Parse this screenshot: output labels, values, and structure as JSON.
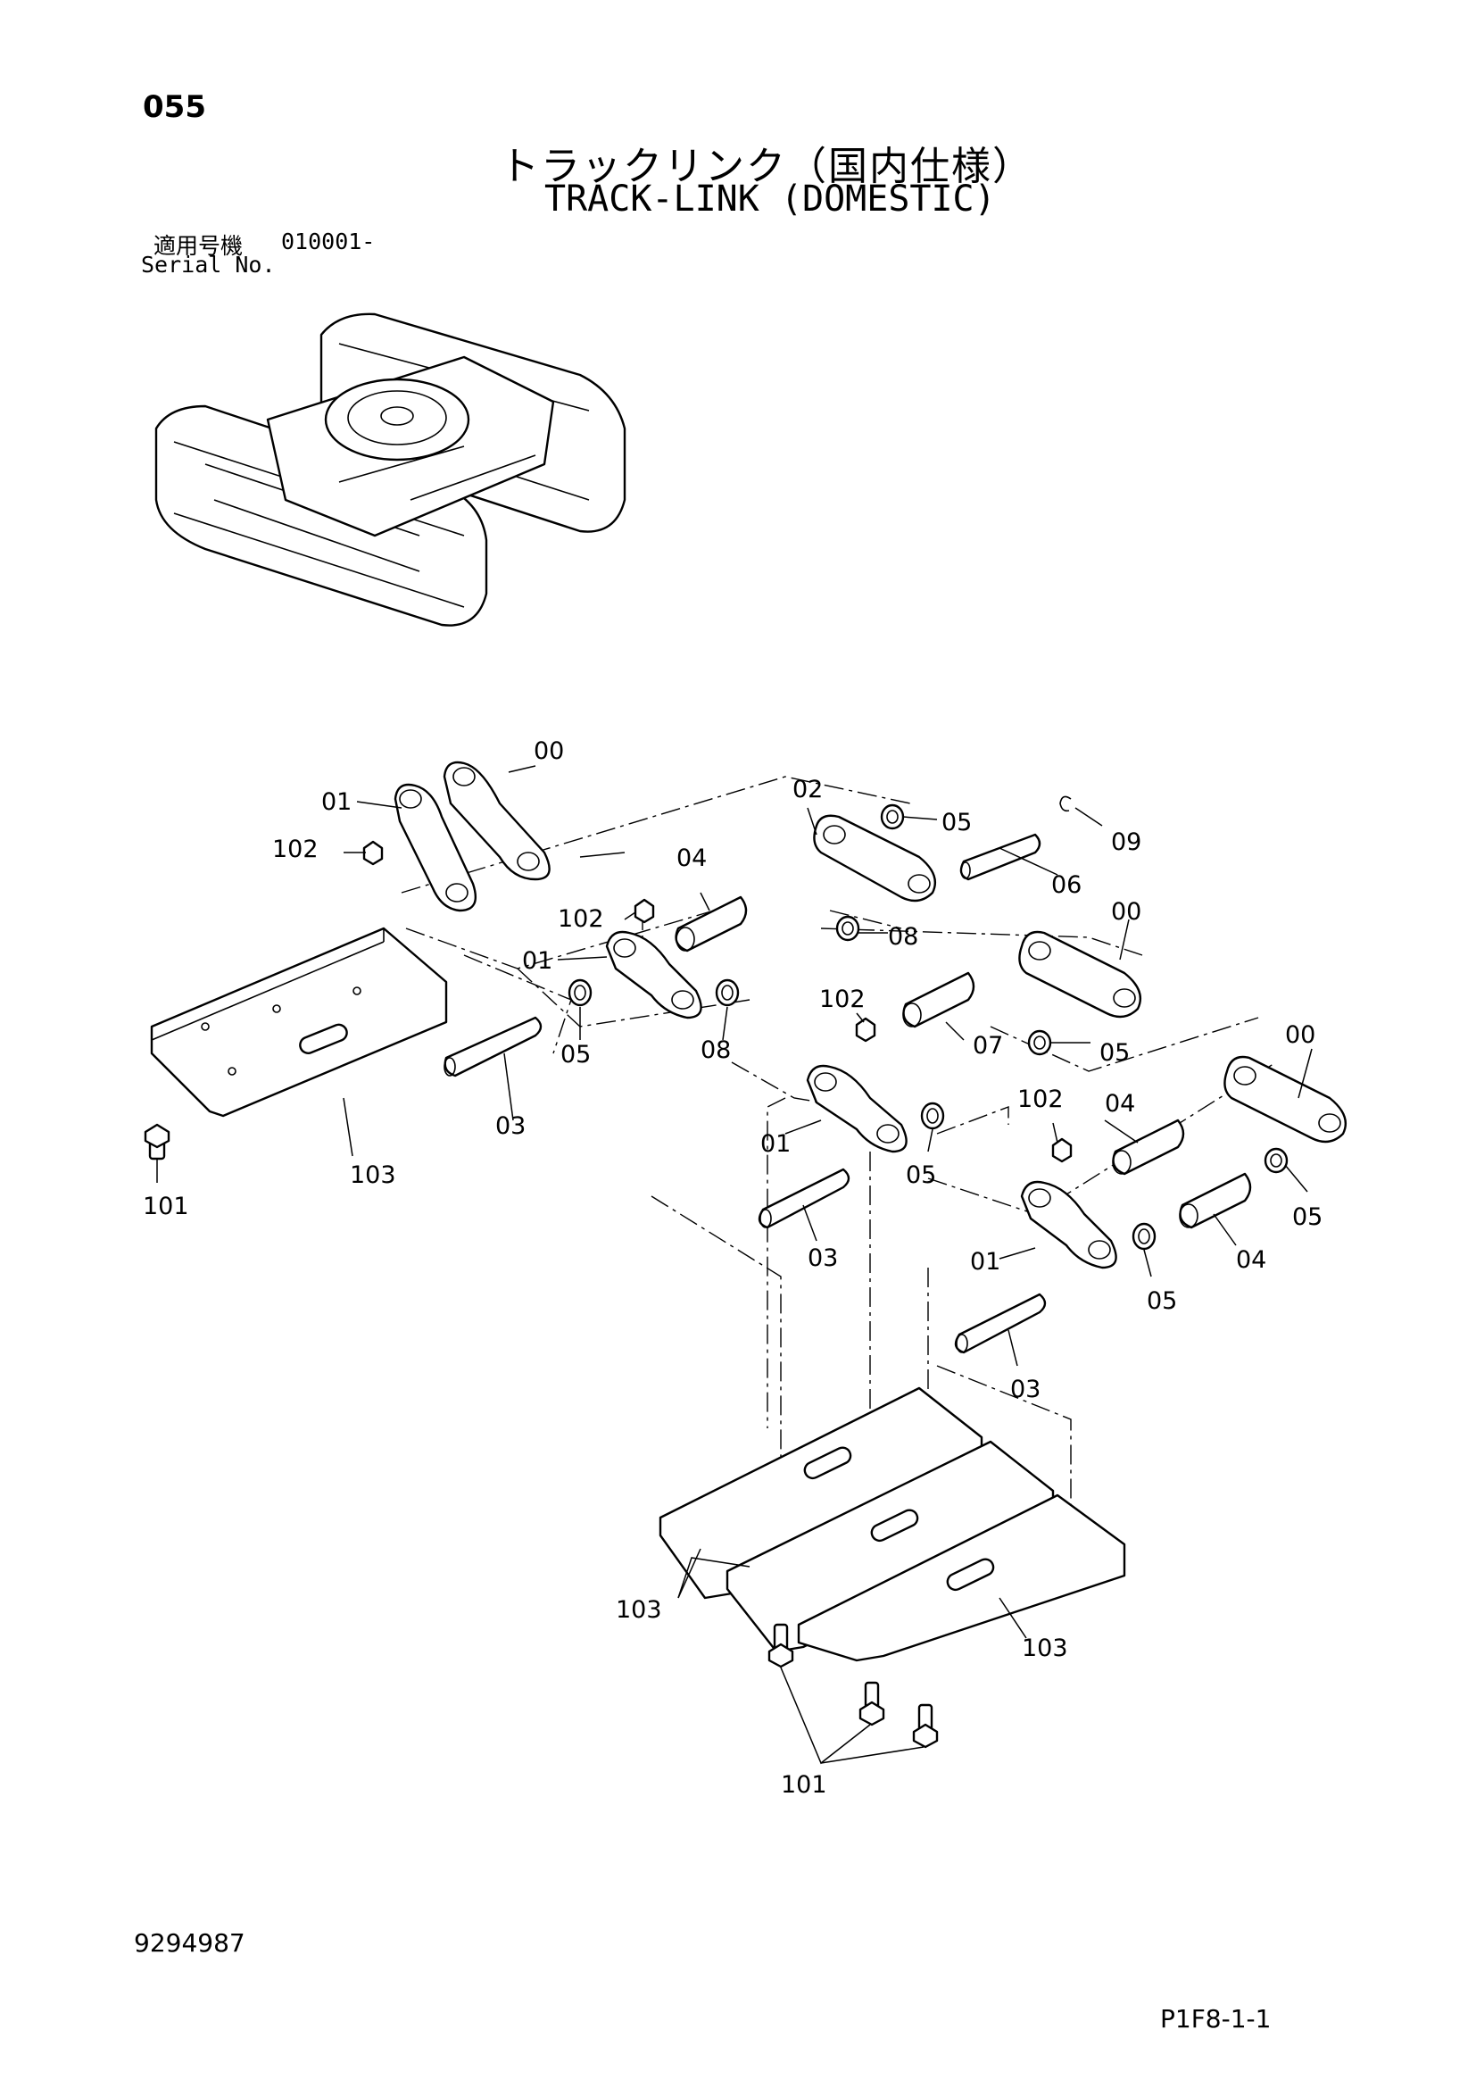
{
  "header": {
    "page_number": "055",
    "title_ja": "トラックリンク（国内仕様）",
    "title_en": "TRACK-LINK (DOMESTIC)",
    "serial_label_ja": "適用号機",
    "serial_value": "010001-",
    "serial_label_en": "Serial No."
  },
  "callouts": {
    "c00": "00",
    "c01": "01",
    "c02": "02",
    "c03": "03",
    "c04": "04",
    "c05": "05",
    "c06": "06",
    "c07": "07",
    "c08": "08",
    "c09": "09",
    "c101": "101",
    "c102": "102",
    "c103": "103"
  },
  "footer": {
    "drawing_number": "9294987",
    "page_code": "P1F8-1-1"
  }
}
